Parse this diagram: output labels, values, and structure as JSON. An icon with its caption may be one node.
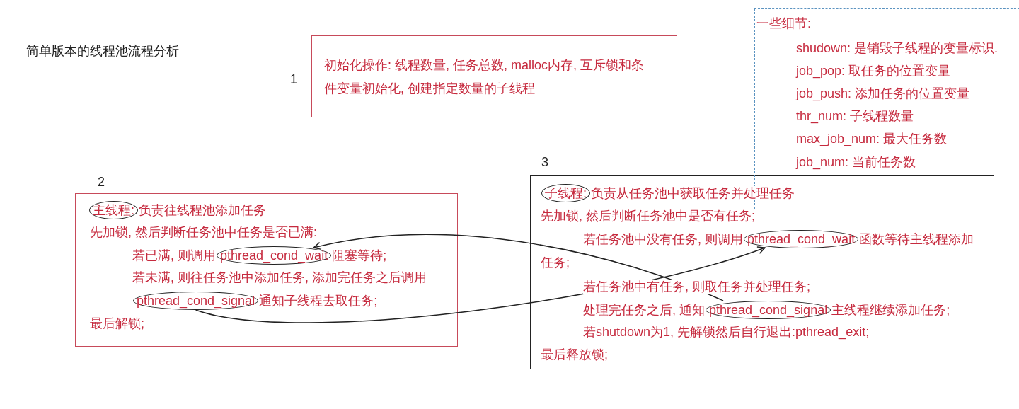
{
  "diagram": {
    "title": "简单版本的线程池流程分析",
    "nodes": [
      {
        "text": [
          "初始化操作: 线程数量, 任务总数, malloc内存, 互斥锁和条件变量初始化, 创建指定数量的子线程"
        ],
        "beside": [
          "1"
        ]
      },
      {
        "text": [
          "负责往线程池添加任务",
          "先加锁, 然后判断任务池中任务是否已满:",
          "若已满, 则调用",
          "阻塞等待;",
          "若未满, 则往任务池中添加任务, 添加完任务之后调用",
          "通知子线程去取任务;",
          "最后解锁;"
        ],
        "beside": [
          "2"
        ]
      },
      {
        "text": [
          "主线程:"
        ],
        "in": 1
      },
      {
        "text": [
          "pthread_cond_wait"
        ],
        "in": 1
      },
      {
        "text": [
          "pthread_cond_signal"
        ],
        "in": 1
      },
      {
        "text": [
          "负责从任务池中获取任务并处理任务",
          "先加锁, 然后判断任务池中是否有任务;",
          "若任务池中没有任务, 则调用",
          "函数等待主线程添加任务;",
          "若任务池中有任务, 则取任务并处理任务;",
          "处理完任务之后, 通知",
          "主线程继续添加任务;",
          "若shutdown为1, 先解锁然后自行退出:pthread_exit;",
          "最后释放锁;"
        ],
        "beside": [
          "3"
        ]
      },
      {
        "text": [
          "子线程:"
        ],
        "in": 5
      },
      {
        "text": [
          "pthread_cond_wait"
        ],
        "in": 5
      },
      {
        "text": [
          "pthread_cond_signal"
        ],
        "in": 5
      },
      {
        "text": [
          "一些细节:",
          "shudown: 是销毁子线程的变量标识.",
          "job_pop: 取任务的位置变量",
          "job_push: 添加任务的位置变量",
          "thr_num: 子线程数量",
          "max_job_num: 最大任务数",
          "job_num: 当前任务数"
        ]
      }
    ],
    "edges": [
      {
        "from": 8,
        "to": 3,
        "arrow": "to"
      },
      {
        "from": 4,
        "to": 7,
        "arrow": "to"
      }
    ]
  }
}
